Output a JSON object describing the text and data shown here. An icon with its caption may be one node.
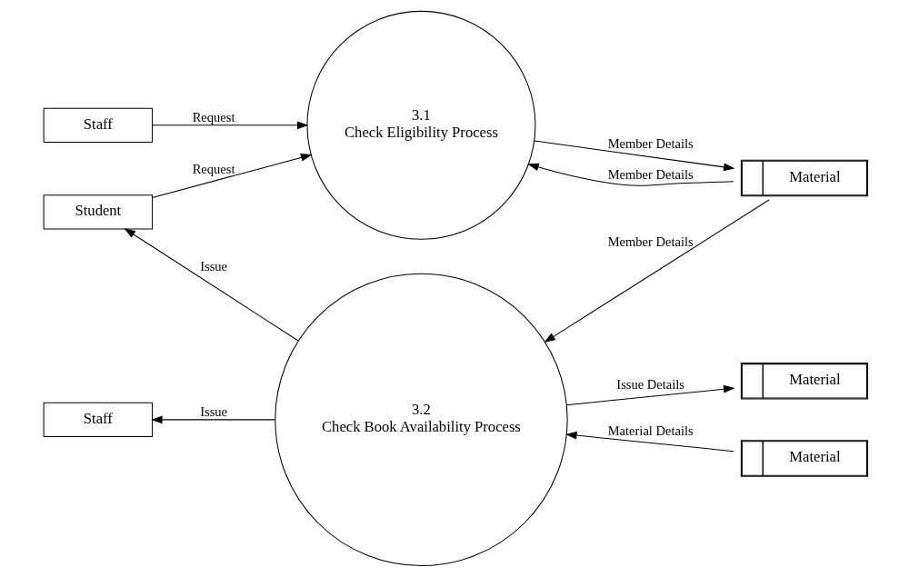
{
  "diagram": {
    "nodes": [
      {
        "text": [
          "Staff"
        ]
      },
      {
        "text": [
          "3.1",
          "Check Eligibility Process"
        ]
      },
      {
        "text": [
          "Material"
        ]
      },
      {
        "text": [
          "Student"
        ]
      },
      {
        "text": [
          "3.2",
          "Check Book Availability Process"
        ]
      },
      {
        "text": [
          "Material"
        ]
      },
      {
        "text": [
          "Staff"
        ]
      },
      {
        "text": [
          "Material"
        ]
      }
    ],
    "edges": [
      {
        "from": 0,
        "to": 1,
        "arrow": "to",
        "label": "Request"
      },
      {
        "from": 3,
        "to": 1,
        "arrow": "to",
        "label": "Request"
      },
      {
        "from": 1,
        "to": 2,
        "arrow": "to",
        "label": "Member Details"
      },
      {
        "from": 2,
        "to": 1,
        "arrow": "to",
        "label": "Member Details"
      },
      {
        "from": 2,
        "to": 4,
        "arrow": "to",
        "label": "Member Details"
      },
      {
        "from": 4,
        "to": 3,
        "arrow": "to",
        "label": "Issue"
      },
      {
        "from": 5,
        "to": 4,
        "arrow": "to",
        "label": "Material Details"
      },
      {
        "from": 4,
        "to": 6,
        "arrow": "to",
        "label": "Issue"
      },
      {
        "from": 4,
        "to": 7,
        "arrow": "to",
        "label": "Issue Details"
      }
    ]
  }
}
